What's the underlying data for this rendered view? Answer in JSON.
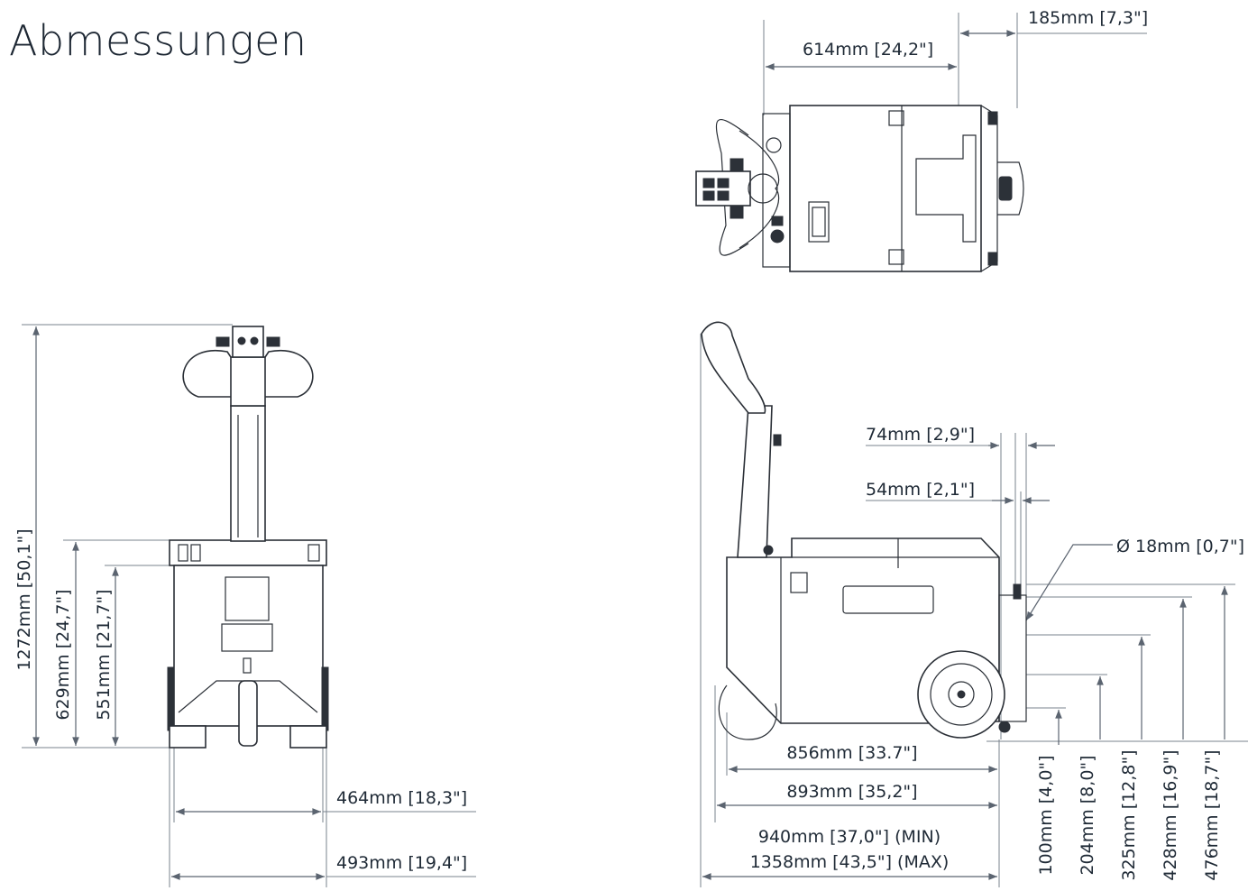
{
  "title": "Abmessungen",
  "top_view": {
    "width_dim": "614mm  [24,2\"]",
    "hitch_dim": "185mm  [7,3\"]"
  },
  "front_view": {
    "height_total": "1272mm  [50,1\"]",
    "height_top": "629mm  [24,7\"]",
    "height_body": "551mm  [21,7\"]",
    "width_inner": "464mm  [18,3\"]",
    "width_outer": "493mm  [19,4\"]"
  },
  "side_view": {
    "hitch_74": "74mm  [2,9\"]",
    "hitch_54": "54mm  [2,1\"]",
    "pin_diameter": "Ø 18mm  [0,7\"]",
    "len_856": "856mm  [33.7\"]",
    "len_893": "893mm  [35,2\"]",
    "len_min": "940mm  [37,0\"] (MIN)",
    "len_max": "1358mm  [43,5\"] (MAX)",
    "h_100": "100mm  [4,0\"]",
    "h_204": "204mm  [8,0\"]",
    "h_325": "325mm  [12,8\"]",
    "h_428": "428mm  [16,9\"]",
    "h_476": "476mm  [18,7\"]"
  }
}
